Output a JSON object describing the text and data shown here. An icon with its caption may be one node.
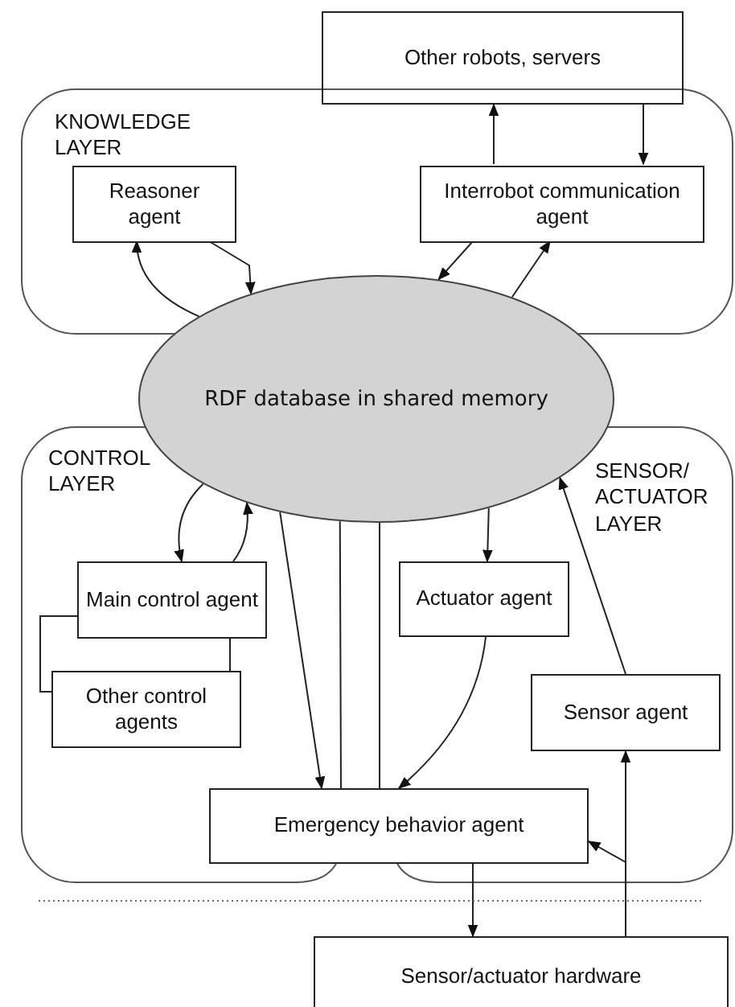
{
  "diagram": {
    "nodes": [
      {
        "text": [
          "KNOWLEDGE LAYER"
        ]
      },
      {
        "text": [
          "Other robots, servers"
        ]
      },
      {
        "text": [
          "Reasoner agent"
        ],
        "in": 0
      },
      {
        "text": [
          "Interrobot communication agent"
        ],
        "in": 0
      },
      {
        "text": [
          "RDF database in shared memory"
        ]
      },
      {
        "text": [
          "CONTROL LAYER"
        ]
      },
      {
        "text": [
          "Main control agent"
        ],
        "in": 5
      },
      {
        "text": [
          "Other control agents"
        ],
        "in": 5
      },
      {
        "text": [
          "SENSOR/ ACTUATOR LAYER"
        ]
      },
      {
        "text": [
          "Actuator agent"
        ],
        "in": 8
      },
      {
        "text": [
          "Sensor agent"
        ],
        "in": 8
      },
      {
        "text": [
          "Emergency behavior agent"
        ]
      },
      {
        "text": [
          "Sensor/actuator hardware"
        ]
      }
    ],
    "edges": [
      {
        "from": 3,
        "to": 1,
        "arrow": "to"
      },
      {
        "from": 1,
        "to": 3,
        "arrow": "to"
      },
      {
        "from": 2,
        "to": 4,
        "arrow": "to"
      },
      {
        "from": 4,
        "to": 2,
        "arrow": "to"
      },
      {
        "from": 3,
        "to": 4,
        "arrow": "to"
      },
      {
        "from": 4,
        "to": 3,
        "arrow": "to"
      },
      {
        "from": 4,
        "to": 6,
        "arrow": "to"
      },
      {
        "from": 6,
        "to": 4,
        "arrow": "to"
      },
      {
        "from": 6,
        "to": 7,
        "arrow": "none"
      },
      {
        "from": 6,
        "to": 7,
        "arrow": "none"
      },
      {
        "from": 4,
        "to": 11,
        "arrow": "to"
      },
      {
        "from": 4,
        "to": 11,
        "arrow": "none"
      },
      {
        "from": 4,
        "to": 11,
        "arrow": "none"
      },
      {
        "from": 4,
        "to": 9,
        "arrow": "to"
      },
      {
        "from": 9,
        "to": 11,
        "arrow": "to"
      },
      {
        "from": 10,
        "to": 4,
        "arrow": "to"
      },
      {
        "from": 12,
        "to": 10,
        "arrow": "to"
      },
      {
        "from": 12,
        "to": 11,
        "arrow": "to"
      },
      {
        "from": 11,
        "to": 12,
        "arrow": "to"
      }
    ]
  }
}
